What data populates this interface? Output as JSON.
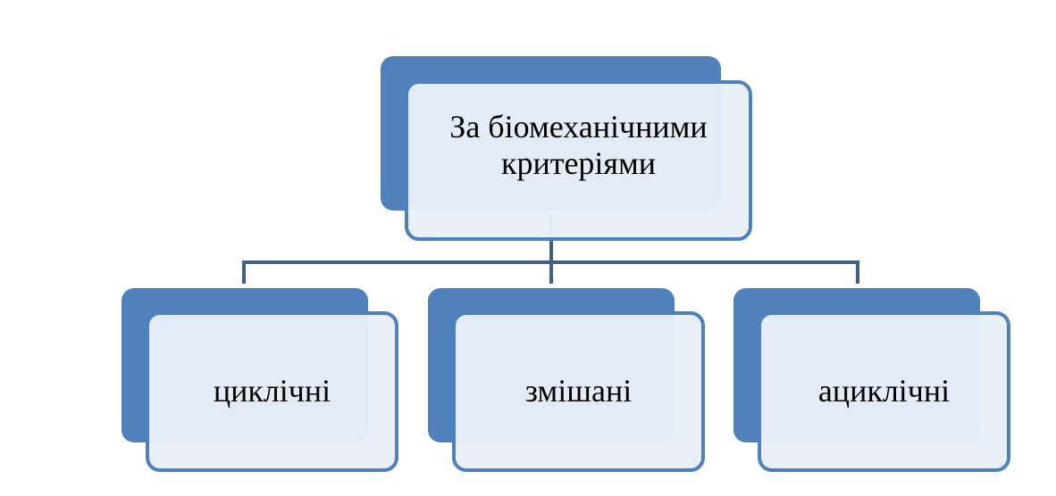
{
  "diagram": {
    "type": "hierarchy",
    "root": {
      "label": "За біомеханічними критеріями"
    },
    "children": [
      {
        "label": "циклічні"
      },
      {
        "label": "змішані"
      },
      {
        "label": "ациклічні"
      }
    ]
  },
  "colors": {
    "accent": "#4f81bd",
    "box_fill": "#e9eff8",
    "connector": "#3f5f85",
    "background": "#ffffff",
    "text": "#000000"
  }
}
